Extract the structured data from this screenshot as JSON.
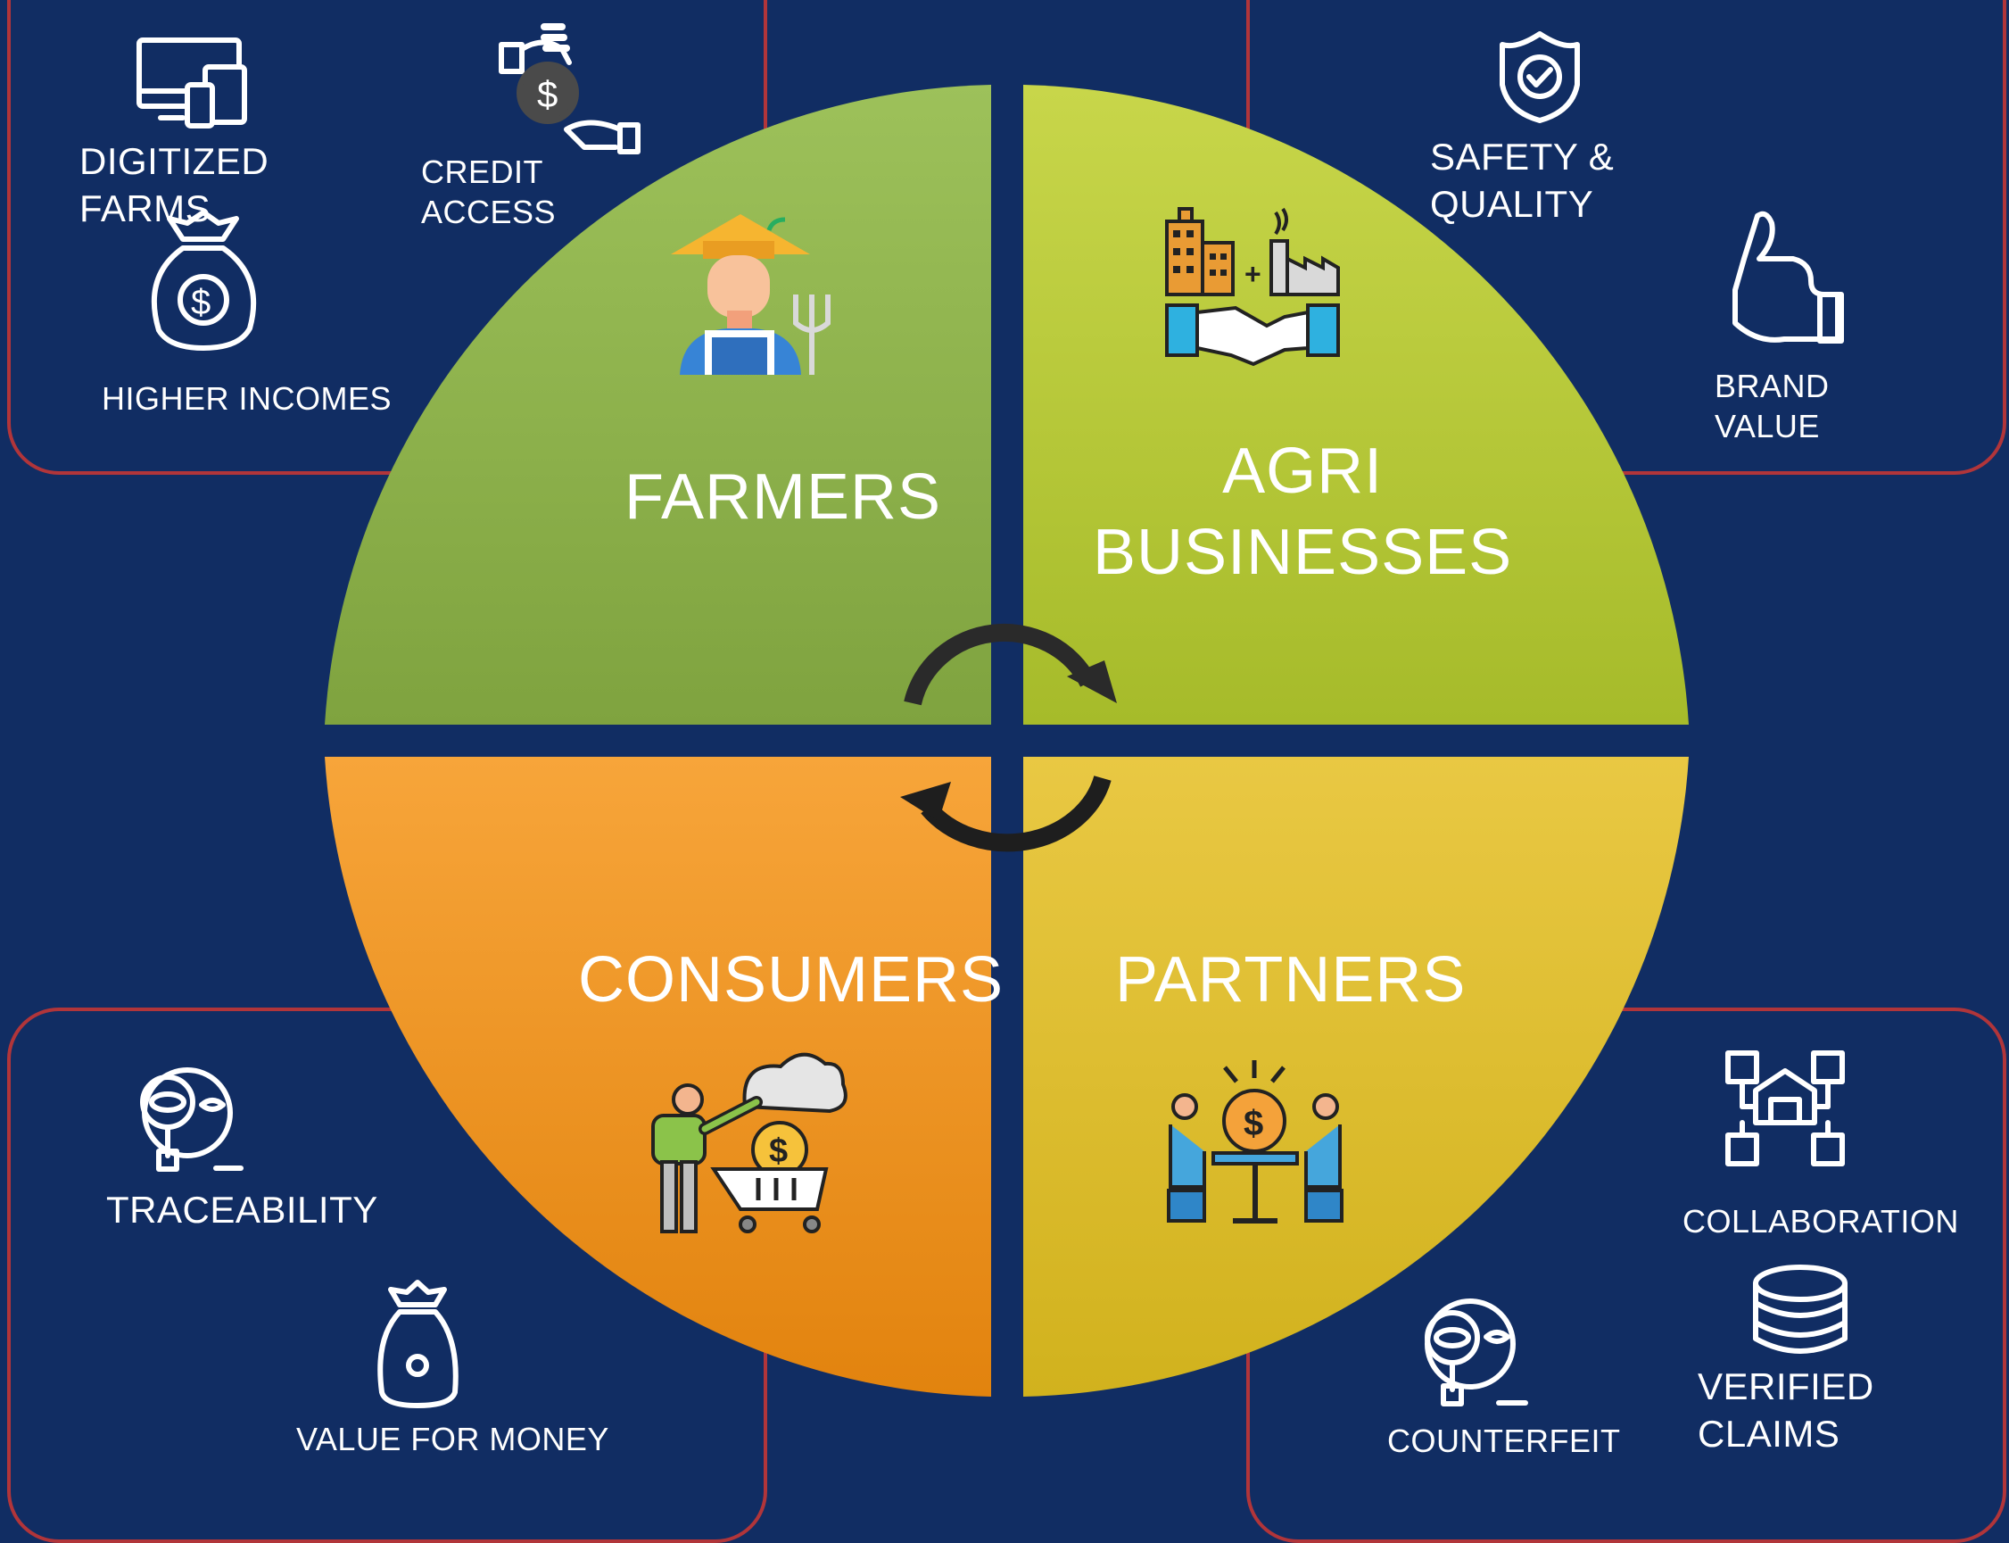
{
  "quadrants": {
    "farmers": {
      "title": "FARMERS",
      "color_top": "#9dc15a",
      "color_bottom": "#7fa33f"
    },
    "agri": {
      "title_line1": "AGRI",
      "title_line2": "BUSINESSES",
      "color_top": "#c8d64a",
      "color_bottom": "#a6bb2a"
    },
    "consumers": {
      "title": "CONSUMERS",
      "color_top": "#f7a53a",
      "color_bottom": "#e2830e"
    },
    "partners": {
      "title": "PARTNERS",
      "color_top": "#e9c843",
      "color_bottom": "#d1b21d"
    }
  },
  "farmers_box": {
    "digitized_line1": "DIGITIZED",
    "digitized_line2": "FARMS",
    "credit_line1": "CREDIT",
    "credit_line2": "ACCESS",
    "higher_incomes": "HIGHER INCOMES"
  },
  "agri_box": {
    "safety_line1": "SAFETY &",
    "safety_line2": "QUALITY",
    "brand_line1": "BRAND",
    "brand_line2": "VALUE"
  },
  "consumers_box": {
    "traceability": "TRACEABILITY",
    "value_for_money": "VALUE FOR MONEY"
  },
  "partners_box": {
    "collaboration": "COLLABORATION",
    "counterfeit": "COUNTERFEIT",
    "verified_line1": "VERIFIED",
    "verified_line2": "CLAIMS"
  },
  "colors": {
    "background": "#112d63",
    "box_border": "#b1353a",
    "icon_line": "#ffffff",
    "arrow": "#2a2a2a"
  },
  "icons": [
    "devices-icon",
    "credit-hand-icon",
    "money-bag-icon",
    "shield-check-icon",
    "thumbs-up-icon",
    "farmer-icon",
    "business-handshake-icon",
    "shopper-icon",
    "partners-meeting-icon",
    "traceability-eye-icon",
    "value-bag-icon",
    "warehouse-network-icon",
    "counterfeit-eye-icon",
    "database-icon",
    "cycle-arrow-top-icon",
    "cycle-arrow-bottom-icon"
  ]
}
